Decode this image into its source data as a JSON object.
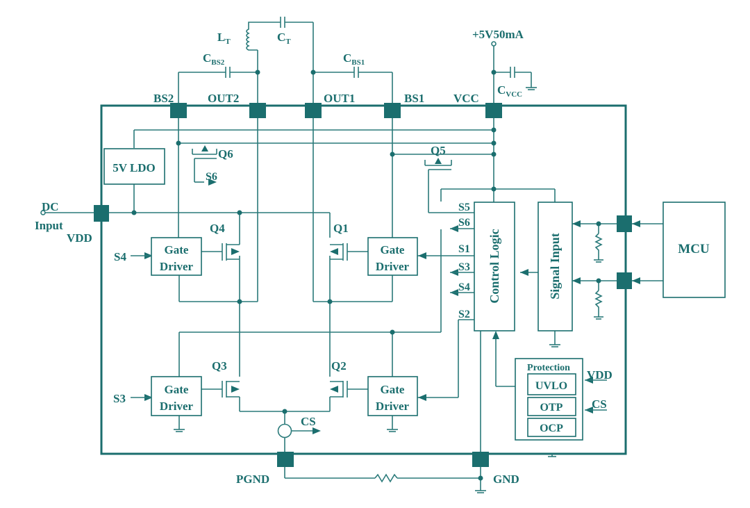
{
  "colors": {
    "primary": "#1b6e6e",
    "wire": "#2a7a7a",
    "background": "#ffffff"
  },
  "pins": {
    "bs2": "BS2",
    "out2": "OUT2",
    "out1": "OUT1",
    "bs1": "BS1",
    "vcc": "VCC",
    "vdd": "VDD",
    "pgnd": "PGND",
    "gnd": "GND"
  },
  "external": {
    "supply": "+5V50mA",
    "dc_input_line1": "DC",
    "dc_input_line2": "Input",
    "mcu": "MCU"
  },
  "components": {
    "lt": "L",
    "lt_sub": "T",
    "ct": "C",
    "ct_sub": "T",
    "cbs2": "C",
    "cbs2_sub": "BS2",
    "cbs1": "C",
    "cbs1_sub": "BS1",
    "cvcc": "C",
    "cvcc_sub": "VCC"
  },
  "blocks": {
    "ldo": "5V LDO",
    "gate_driver_line1": "Gate",
    "gate_driver_line2": "Driver",
    "control_logic": "Control Logic",
    "signal_input": "Signal Input",
    "protection_title": "Protection",
    "uvlo": "UVLO",
    "otp": "OTP",
    "ocp": "OCP"
  },
  "transistors": {
    "q1": "Q1",
    "q2": "Q2",
    "q3": "Q3",
    "q4": "Q4",
    "q5": "Q5",
    "q6": "Q6"
  },
  "signals": {
    "s1": "S1",
    "s2": "S2",
    "s3": "S3",
    "s4": "S4",
    "s5": "S5",
    "s6": "S6",
    "s3_in": "S3",
    "s4_in": "S4",
    "s6_in": "S6",
    "cs": "CS",
    "prot_vdd": "VDD",
    "prot_cs": "CS"
  }
}
